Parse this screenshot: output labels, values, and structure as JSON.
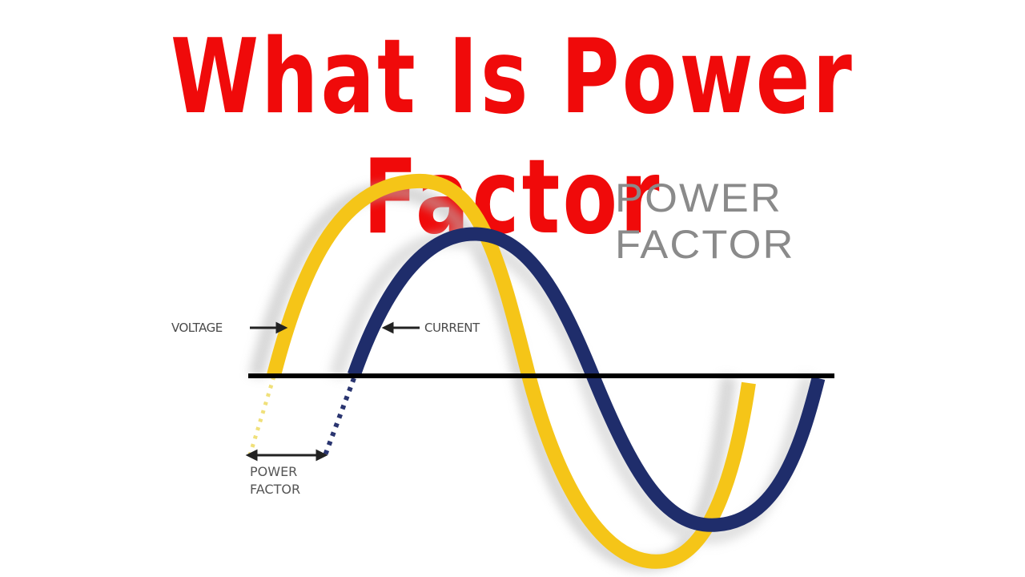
{
  "title": "What Is Power Factor",
  "diagram": {
    "heading_line1": "POWER",
    "heading_line2": "FACTOR",
    "voltage_label": "VOLTAGE",
    "current_label": "CURRENT",
    "pf_label_line1": "POWER",
    "pf_label_line2": "FACTOR",
    "colors": {
      "title": "#f00a0a",
      "voltage": "#f5c518",
      "current": "#1f2d6b",
      "axis": "#000000",
      "shadow": "#c8c8c8",
      "heading": "#8a8a8a"
    }
  }
}
